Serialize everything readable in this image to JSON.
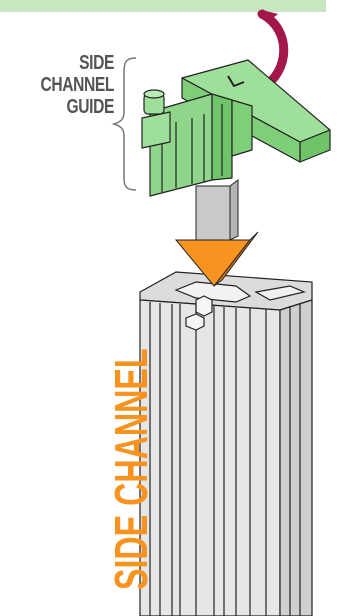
{
  "labels": {
    "guide_line1": "SIDE",
    "guide_line2": "CHANNEL",
    "guide_line3": "GUIDE",
    "channel": "SIDE CHANNEL"
  },
  "colors": {
    "top_band": "#c8e6c0",
    "guide_green": "#8fd68a",
    "guide_green_dark": "#5fb35a",
    "arrow_orange": "#f7931e",
    "arrow_grey": "#c9c9c9",
    "rotation_arrow": "#a3174a",
    "channel_light": "#e9e9e9",
    "channel_mid": "#cfcfcf",
    "outline": "#222222",
    "label_grey": "#555555",
    "label_orange": "#f7931e"
  },
  "icons": {
    "guide": "side-channel-guide-illustration",
    "channel": "side-channel-illustration",
    "insert_arrow": "down-arrow-icon",
    "rotate_arrow": "curved-arrow-icon"
  }
}
